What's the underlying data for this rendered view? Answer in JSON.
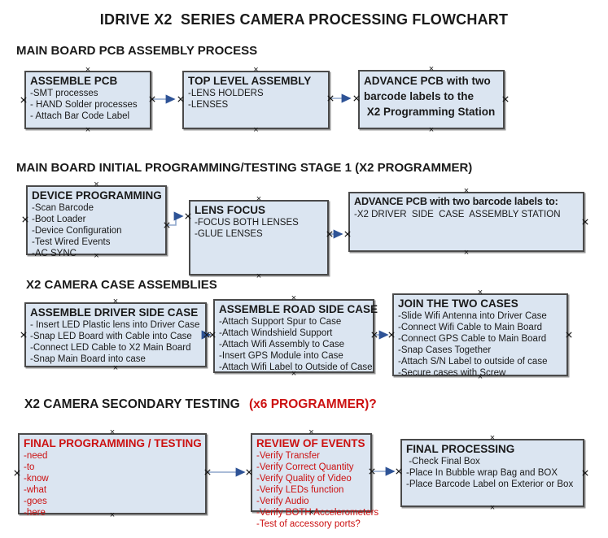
{
  "title": "IDRIVE X2  SERIES CAMERA PROCESSING FLOWCHART",
  "colors": {
    "text": "#1a1a1a",
    "box_fill": "#dbe5f1",
    "box_border": "#4a4a4a",
    "arrow_line": "#8ea6cc",
    "arrow_head": "#2e5396",
    "red_text": "#cc1111"
  },
  "sections": [
    {
      "heading": "MAIN BOARD PCB ASSEMBLY PROCESS",
      "boxes": [
        {
          "title": "ASSEMBLE PCB",
          "lines": [
            "-SMT processes",
            "- HAND Solder processes",
            "- Attach Bar Code Label"
          ]
        },
        {
          "title": "TOP LEVEL ASSEMBLY",
          "lines": [
            "-LENS HOLDERS",
            "-LENSES"
          ]
        },
        {
          "title": "",
          "lines": [
            "ADVANCE PCB with two",
            "barcode labels to the",
            " X2 Programming Station"
          ]
        }
      ]
    },
    {
      "heading": "MAIN BOARD INITIAL PROGRAMMING/TESTING STAGE 1 (X2 PROGRAMMER)",
      "boxes": [
        {
          "title": "DEVICE PROGRAMMING",
          "lines": [
            "-Scan Barcode",
            "-Boot Loader",
            "-Device Configuration",
            "-Test Wired Events",
            "-AC SYNC"
          ]
        },
        {
          "title": "LENS FOCUS",
          "lines": [
            "-FOCUS BOTH LENSES",
            "-GLUE LENSES"
          ]
        },
        {
          "title": "ADVANCE PCB with two barcode labels to:",
          "lines": [
            "-X2 DRIVER  SIDE  CASE  ASSEMBLY STATION"
          ]
        }
      ]
    },
    {
      "heading": "X2 CAMERA CASE ASSEMBLIES",
      "boxes": [
        {
          "title": "ASSEMBLE DRIVER SIDE CASE",
          "lines": [
            "- Insert LED Plastic lens into Driver Case",
            "-Snap LED Board with Cable into Case",
            "-Connect LED Cable to X2 Main Board",
            "-Snap Main Board into case"
          ]
        },
        {
          "title": "ASSEMBLE ROAD SIDE CASE",
          "lines": [
            "-Attach Support Spur to Case",
            "-Attach Windshield Support",
            "-Attach Wifi Assembly to Case",
            "-Insert GPS Module into Case",
            "-Attach Wifi Label to Outside of Case"
          ]
        },
        {
          "title": "JOIN THE TWO CASES",
          "lines": [
            "-Slide Wifi Antenna into Driver Case",
            "-Connect Wifi Cable to Main Board",
            "-Connect GPS Cable to Main Board",
            "-Snap Cases Together",
            "-Attach S/N Label to outside of case",
            "-Secure cases with Screw"
          ]
        }
      ]
    },
    {
      "heading": "X2 CAMERA SECONDARY TESTING ",
      "heading_suffix": "(x6 PROGRAMMER)?",
      "boxes": [
        {
          "title": "FINAL PROGRAMMING / TESTING",
          "lines": [
            "-need",
            "-to",
            "-know",
            "-what",
            "-goes",
            "-here"
          ]
        },
        {
          "title": "REVIEW OF EVENTS",
          "lines": [
            "-Verify Transfer",
            "-Verify Correct Quantity",
            "-Verify Quality of Video",
            "-Verify LEDs function",
            "-Verify Audio",
            "-Verify BOTH Accelerometers",
            "-Test of accessory ports?"
          ]
        },
        {
          "title": "FINAL PROCESSING",
          "lines": [
            " -Check Final Box",
            "-Place In Bubble wrap Bag and BOX",
            "-Place Barcode Label on Exterior or Box"
          ]
        }
      ]
    }
  ]
}
